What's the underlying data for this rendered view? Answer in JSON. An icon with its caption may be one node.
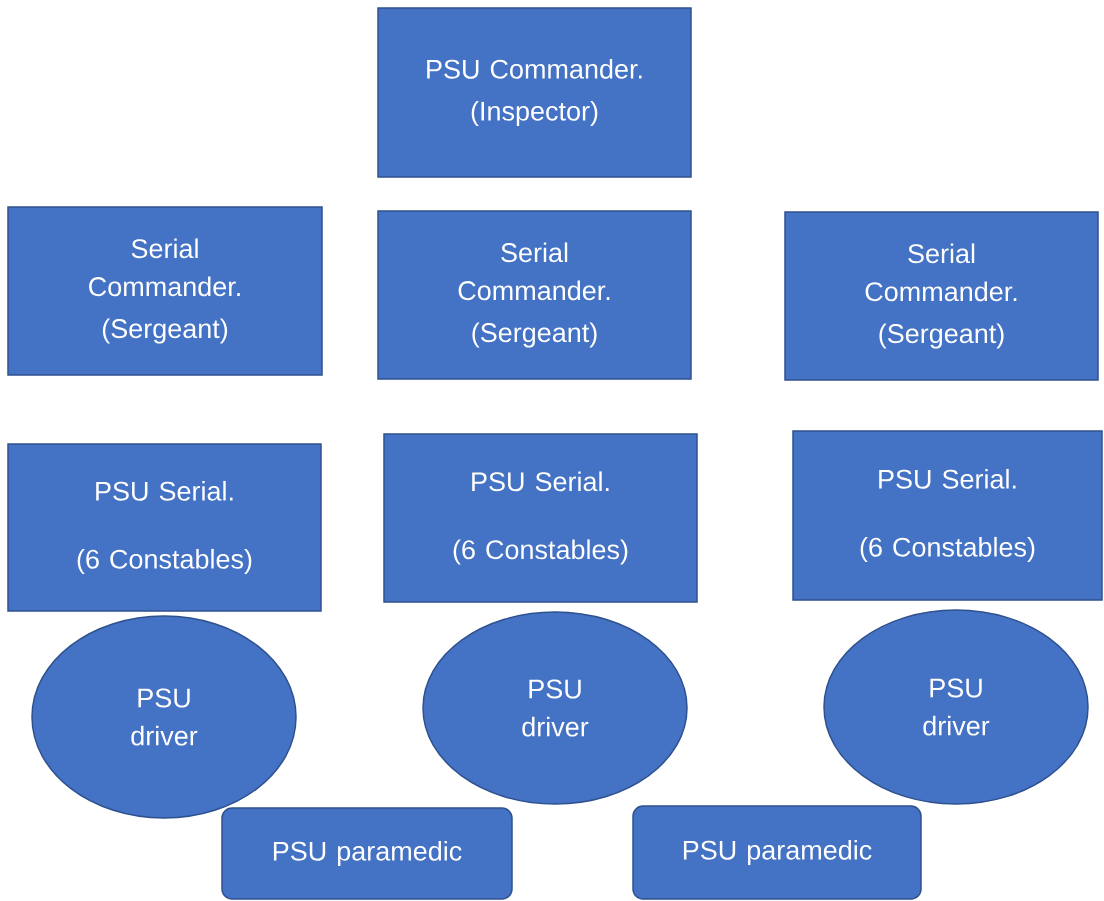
{
  "diagram": {
    "nodes": [
      {
        "text": [
          "PSU Commander.",
          "(Inspector)"
        ]
      },
      {
        "text": [
          "Serial Commander.",
          "(Sergeant)"
        ]
      },
      {
        "text": [
          "Serial Commander.",
          "(Sergeant)"
        ]
      },
      {
        "text": [
          "Serial Commander.",
          "(Sergeant)"
        ]
      },
      {
        "text": [
          "PSU Serial.",
          "(6 Constables)"
        ]
      },
      {
        "text": [
          "PSU Serial.",
          "(6 Constables)"
        ]
      },
      {
        "text": [
          "PSU Serial.",
          "(6 Constables)"
        ]
      },
      {
        "text": [
          "PSU driver"
        ]
      },
      {
        "text": [
          "PSU driver"
        ]
      },
      {
        "text": [
          "PSU driver"
        ]
      },
      {
        "text": [
          "PSU paramedic"
        ]
      },
      {
        "text": [
          "PSU paramedic"
        ]
      }
    ]
  }
}
